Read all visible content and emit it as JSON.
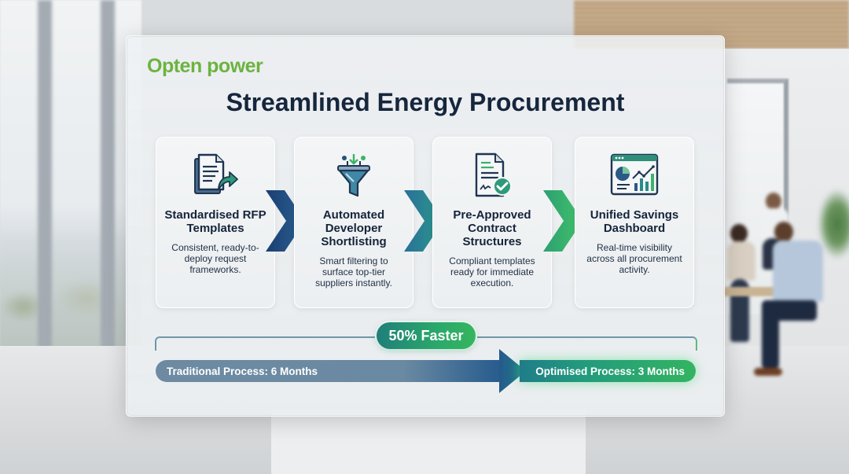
{
  "brand": {
    "logo_text": "Opten power",
    "logo_color": "#6cb33f",
    "icon": "lightning-bolt-icon"
  },
  "header": {
    "title": "Streamlined Energy Procurement"
  },
  "steps": [
    {
      "icon": "document-share-icon",
      "title": "Standardised RFP Templates",
      "description": "Consistent, ready-to-deploy request frameworks."
    },
    {
      "icon": "funnel-filter-icon",
      "title": "Automated Developer Shortlisting",
      "description": "Smart filtering to surface top-tier suppliers instantly."
    },
    {
      "icon": "contract-check-icon",
      "title": "Pre-Approved Contract Structures",
      "description": "Compliant templates ready for immediate execution."
    },
    {
      "icon": "dashboard-chart-icon",
      "title": "Unified Savings Dashboard",
      "description": "Real-time visibility across all procurement activity."
    }
  ],
  "timeline": {
    "badge": "50% Faster",
    "traditional": "Traditional Process: 6 Months",
    "optimised": "Optimised Process: 3 Months",
    "colors": {
      "traditional": "#6a89a2",
      "optimised": "#33b461",
      "chevron_1": "#1e4a7e",
      "chevron_2": "#2b8a9a",
      "chevron_3": "#3cb26a"
    }
  }
}
